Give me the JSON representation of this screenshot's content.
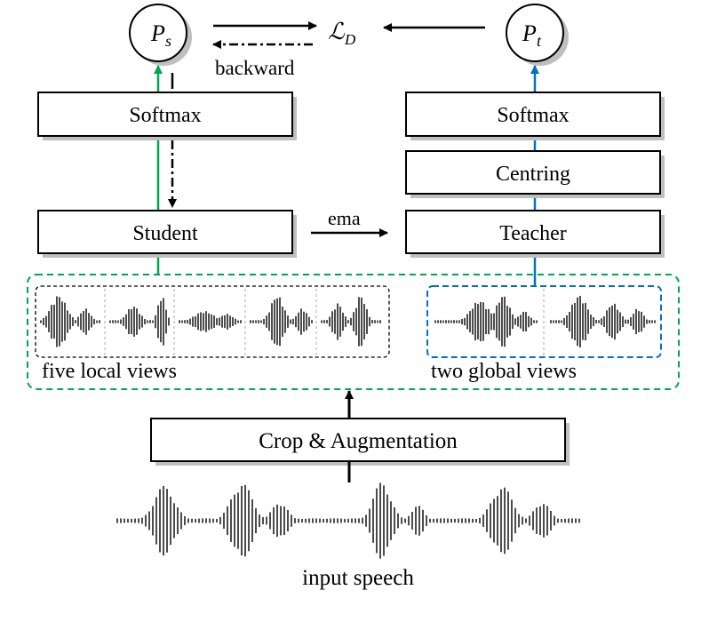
{
  "nodes": {
    "ps": {
      "label_main": "P",
      "label_sub": "s"
    },
    "pt": {
      "label_main": "P",
      "label_sub": "t"
    },
    "loss": {
      "label_main": "ℒ",
      "label_sub": "D"
    },
    "softmax_student": {
      "label": "Softmax"
    },
    "softmax_teacher": {
      "label": "Softmax"
    },
    "centring": {
      "label": "Centring"
    },
    "student": {
      "label": "Student"
    },
    "teacher": {
      "label": "Teacher"
    },
    "crop_aug": {
      "label": "Crop & Augmentation"
    }
  },
  "edges": {
    "backward": {
      "label": "backward"
    },
    "ema": {
      "label": "ema"
    }
  },
  "groups": {
    "local_views": {
      "label": "five local views",
      "count": 5
    },
    "global_views": {
      "label": "two global views",
      "count": 2
    }
  },
  "input": {
    "label": "input speech"
  },
  "colors": {
    "student_path": "#00a651",
    "teacher_path": "#0070c0",
    "views_group": "#00a651",
    "global_group": "#0070c0"
  }
}
